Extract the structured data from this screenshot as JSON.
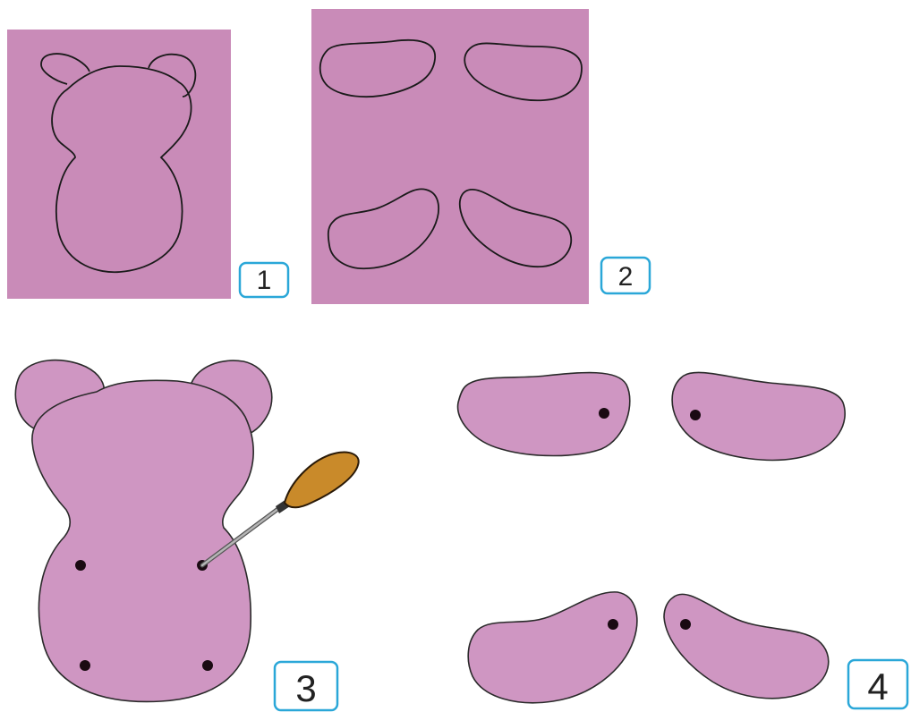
{
  "steps": [
    {
      "number": "1"
    },
    {
      "number": "2"
    },
    {
      "number": "3"
    },
    {
      "number": "4"
    }
  ],
  "colors": {
    "felt": "#c98bb8",
    "felt_piece": "#cf96c2",
    "outline": "#1a1a1a",
    "badge_border": "#2aa7d8",
    "awl_handle": "#c98a2a",
    "awl_needle": "#8a8a8a",
    "hole": "#1a0a12"
  }
}
